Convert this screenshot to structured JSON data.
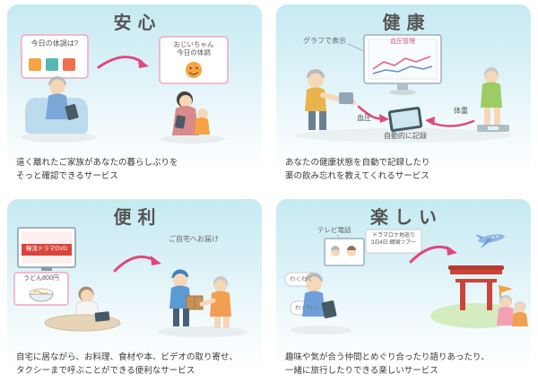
{
  "theme": {
    "panel_top_color": "#c6eaf2",
    "arrow_pink": "#e0487b",
    "title_color": "#555555",
    "card_border_pink": "#f2a7bd",
    "torii_red": "#cc4438"
  },
  "panels": [
    {
      "title": "安心",
      "caption1": "遠く離れたご家族があなたの暮らしぶりを",
      "caption2": "そっと確認できるサービス",
      "labels": {
        "tablet_question": "今日の体調は?",
        "family_card_line1": "おじいちゃん",
        "family_card_line2": "今日の体調"
      }
    },
    {
      "title": "健康",
      "caption1": "あなたの健康状態を自動で記録したり",
      "caption2": "薬の飲み忘れを教えてくれるサービス",
      "labels": {
        "graph_display": "グラフで表示",
        "bp_manage": "血圧管理",
        "blood_pressure": "血圧",
        "weight": "体重",
        "auto_record": "自動的に記録"
      }
    },
    {
      "title": "便利",
      "caption1": "自宅に居ながら、お料理、食材や本、ビデオの取り寄せ、",
      "caption2": "タクシーまで呼ぶことができる便利なサービス",
      "labels": {
        "drama_dvd": "韓流ドラマDVD",
        "udon": "うどん800円",
        "delivery": "ご自宅へお届け"
      }
    },
    {
      "title": "楽しい",
      "caption1": "趣味や気が合う仲間とめぐり合ったり語りあったり、",
      "caption2": "一緒に旅行したりできる楽しいサービス",
      "labels": {
        "video_call": "テレビ電話",
        "tour_line1": "ドラマロケ地巡り",
        "tour_line2": "3泊4日 韓国ツアー",
        "waku1": "わくわく",
        "waku2": "わくわく"
      }
    }
  ]
}
